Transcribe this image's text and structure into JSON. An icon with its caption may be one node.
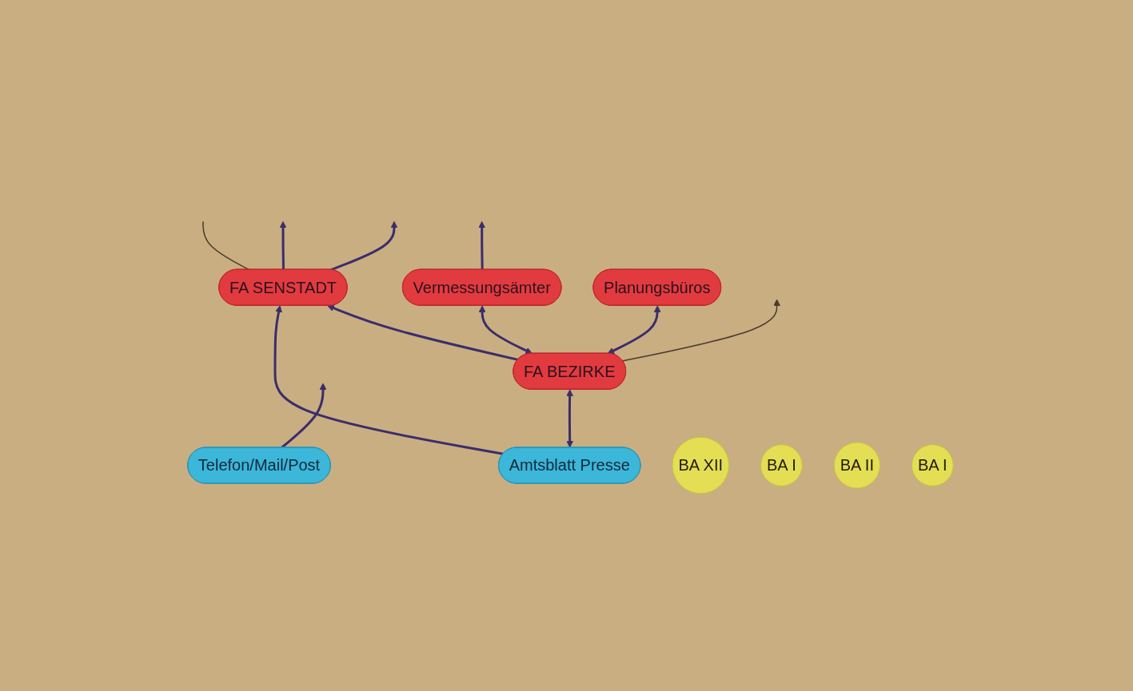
{
  "diagram": {
    "nodes": [
      {
        "text": [
          "FA SENSTADT"
        ]
      },
      {
        "text": [
          "Telefon/Mail/Post"
        ]
      },
      {
        "text": [
          "Amtsblatt Presse"
        ]
      },
      {
        "text": [
          "FA BEZIRKE"
        ]
      },
      {
        "text": [
          "Vermessungsämter"
        ]
      },
      {
        "text": [
          "BA XII"
        ]
      },
      {
        "text": [
          "BA I"
        ]
      },
      {
        "text": [
          "BA II"
        ]
      },
      {
        "text": [
          "BA I"
        ]
      },
      {
        "text": [
          "Planungsbüros"
        ]
      }
    ],
    "edges": [
      {
        "from": 4,
        "to": null,
        "arrow": "to"
      },
      {
        "from": 3,
        "to": null,
        "arrow": "to",
        "color": "#4a3b2e"
      },
      {
        "from": 1,
        "to": null,
        "arrow": "to"
      },
      {
        "from": 0,
        "to": null,
        "arrow": "none",
        "color": "#4a3b2e"
      },
      {
        "from": 0,
        "to": null,
        "arrow": "to"
      },
      {
        "from": 0,
        "to": null,
        "arrow": "to"
      },
      {
        "from": 2,
        "to": 0,
        "arrow": "to"
      },
      {
        "from": 3,
        "to": 0,
        "arrow": "to"
      },
      {
        "from": 2,
        "to": 3,
        "arrow": "both"
      },
      {
        "from": 3,
        "to": 9,
        "arrow": "both"
      },
      {
        "from": 3,
        "to": 4,
        "arrow": "both"
      }
    ]
  }
}
